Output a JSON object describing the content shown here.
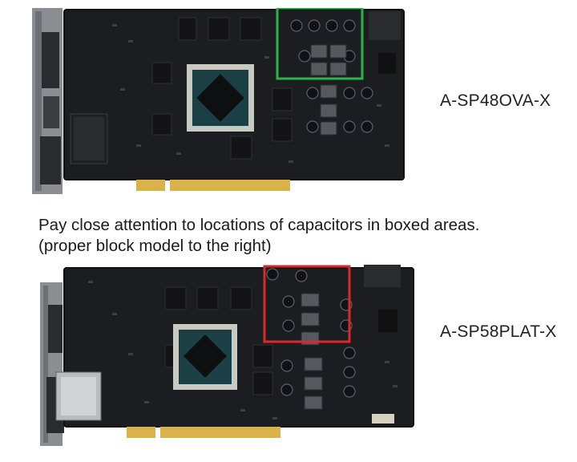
{
  "boards": [
    {
      "model_label": "A-SP48OVA-X",
      "highlight_color": "#2bb24c"
    },
    {
      "model_label": "A-SP58PLAT-X",
      "highlight_color": "#d82a2a"
    }
  ],
  "note": {
    "line1": "Pay close attention to locations of capacitors in boxed areas.",
    "line2": "(proper block model to the right)"
  },
  "colors": {
    "pcb": "#1c1d20",
    "pcb_edge": "#0f1012",
    "gold": "#d9b24a",
    "bracket": "#8a8d92",
    "die": "#1a3f44"
  }
}
